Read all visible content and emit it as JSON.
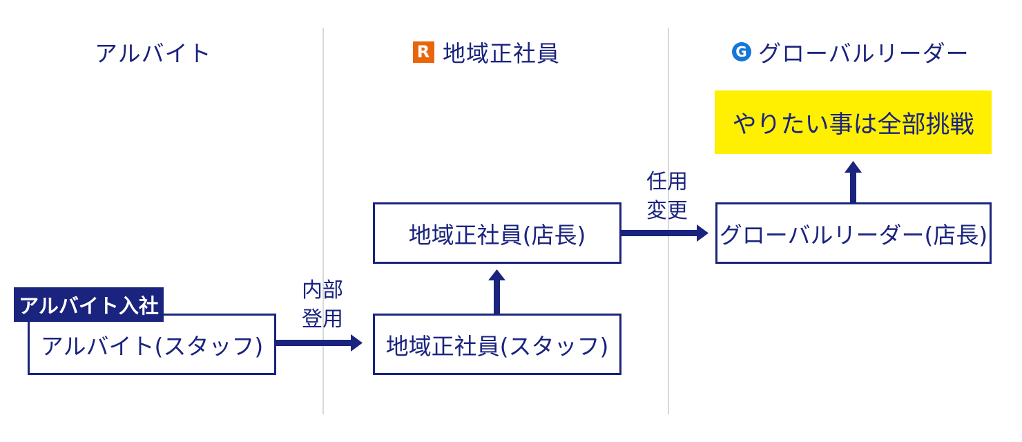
{
  "columns": [
    {
      "title": "アルバイト"
    },
    {
      "badge": "R",
      "title": "地域正社員"
    },
    {
      "badge": "G",
      "title": "グローバルリーダー"
    }
  ],
  "tag": "アルバイト入社",
  "boxes": {
    "part_time_staff": "アルバイト(スタッフ)",
    "regional_staff": "地域正社員(スタッフ)",
    "regional_manager": "地域正社員(店長)",
    "global_manager": "グローバルリーダー(店長)"
  },
  "highlight": "やりたい事は全部挑戦",
  "arrow_labels": {
    "internal_hire": [
      "内部",
      "登用"
    ],
    "change_appointment": [
      "任用",
      "変更"
    ]
  },
  "colors": {
    "navy": "#1a237e",
    "highlight_yellow": "#ffef00",
    "badge_r": "#e8650a",
    "badge_g": "#1677d6",
    "divider": "#d9d9d9"
  }
}
